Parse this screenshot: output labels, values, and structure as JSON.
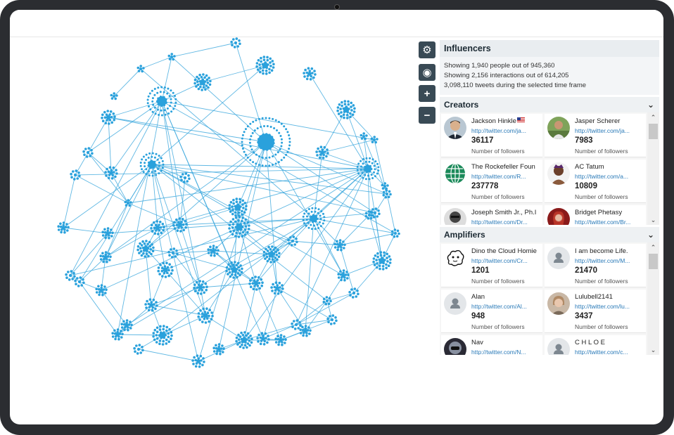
{
  "panel": {
    "title": "Influencers",
    "stats": [
      "Showing 1,940 people out of 945,360",
      "Showing 2,156 interactions out of 614,205",
      "3,098,110 tweets during the selected time frame"
    ]
  },
  "controls": [
    {
      "name": "settings-button",
      "icon": "gear-icon",
      "glyph": "⚙"
    },
    {
      "name": "visibility-button",
      "icon": "eye-icon",
      "glyph": "◉"
    },
    {
      "name": "zoom-in-button",
      "icon": "plus-icon",
      "glyph": "+"
    },
    {
      "name": "zoom-out-button",
      "icon": "minus-icon",
      "glyph": "−"
    }
  ],
  "creators": {
    "title": "Creators",
    "items": [
      {
        "name": "Jackson Hinkle",
        "flag": true,
        "link": "http://twitter.com/ja...",
        "count": "36117",
        "label": "Number of followers",
        "avatar": "photo-suit"
      },
      {
        "name": "Jasper Scherer",
        "link": "http://twitter.com/ja...",
        "count": "7983",
        "label": "Number of followers",
        "avatar": "photo-outdoor"
      },
      {
        "name": "The Rockefeller Foun",
        "link": "http://twitter.com/R...",
        "count": "237778",
        "label": "Number of followers",
        "avatar": "logo-globe"
      },
      {
        "name": "AC Tatum",
        "link": "http://twitter.com/a...",
        "count": "10809",
        "label": "Number of followers",
        "avatar": "photo-dark"
      },
      {
        "name": "Joseph Smith Jr., Ph.I",
        "link": "http://twitter.com/Dr...",
        "count": "",
        "label": "",
        "avatar": "photo-bw"
      },
      {
        "name": "Bridget Phetasy",
        "link": "http://twitter.com/Br...",
        "count": "",
        "label": "",
        "avatar": "photo-red"
      }
    ]
  },
  "amplifiers": {
    "title": "Amplifiers",
    "items": [
      {
        "name": "Dino the Cloud Homie",
        "link": "http://twitter.com/Cr...",
        "count": "1201",
        "label": "Number of followers",
        "avatar": "cartoon-cloud"
      },
      {
        "name": "I am become Life.",
        "link": "http://twitter.com/M...",
        "count": "21470",
        "label": "Number of followers",
        "avatar": "generic"
      },
      {
        "name": "Alan",
        "link": "http://twitter.com/Al...",
        "count": "948",
        "label": "Number of followers",
        "avatar": "generic"
      },
      {
        "name": "Lulubell2141",
        "link": "http://twitter.com/lu...",
        "count": "3437",
        "label": "Number of followers",
        "avatar": "photo-portrait"
      },
      {
        "name": "Nav",
        "link": "http://twitter.com/N...",
        "count": "",
        "label": "",
        "avatar": "photo-helmet"
      },
      {
        "name": "C H L O E",
        "link": "http://twitter.com/c...",
        "count": "",
        "label": "",
        "avatar": "generic"
      }
    ]
  },
  "colors": {
    "node": "#2aa1dc",
    "edge": "#3aa7dd",
    "button": "#394a55",
    "link": "#2a7ab8"
  }
}
